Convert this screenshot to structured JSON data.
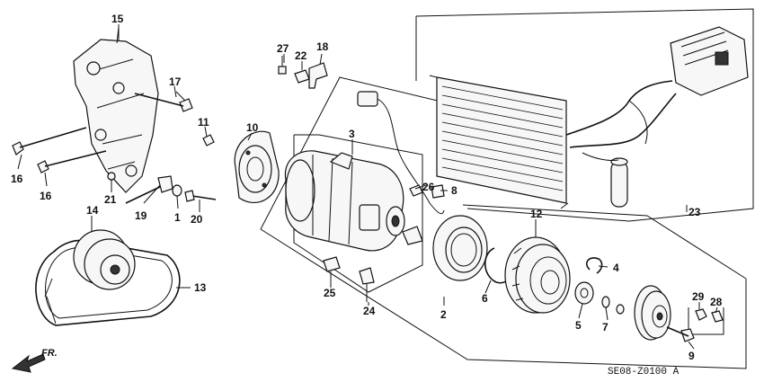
{
  "diagram_code": "SE08-Z0100 A",
  "direction_label": "FR.",
  "labels": {
    "p1": "1",
    "p2": "2",
    "p3": "3",
    "p4": "4",
    "p5": "5",
    "p6": "6",
    "p7": "7",
    "p8": "8",
    "p9": "9",
    "p10": "10",
    "p11": "11",
    "p12": "12",
    "p13": "13",
    "p14": "14",
    "p15": "15",
    "p16a": "16",
    "p16b": "16",
    "p17": "17",
    "p18": "18",
    "p19": "19",
    "p20": "20",
    "p21": "21",
    "p22": "22",
    "p23": "23",
    "p24": "24",
    "p25": "25",
    "p26": "26",
    "p27": "27",
    "p28": "28",
    "p29": "29"
  }
}
